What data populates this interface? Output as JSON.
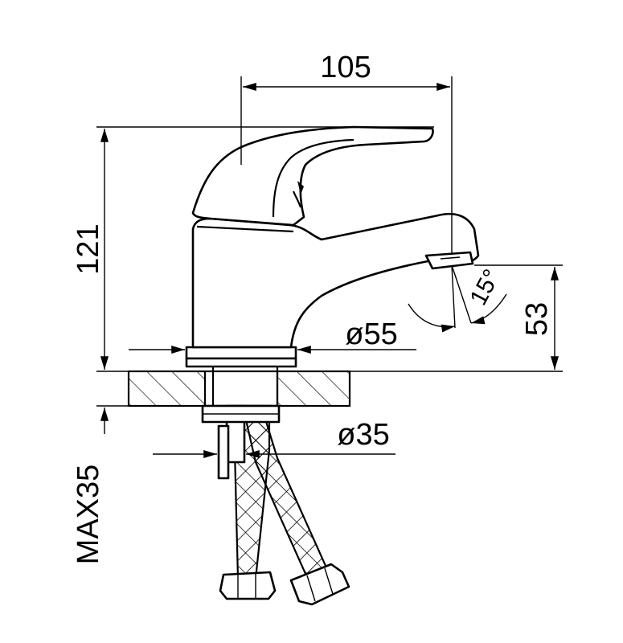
{
  "dimensions": {
    "width_top": "105",
    "height_total": "121",
    "spout_height": "53",
    "base_diameter": "ø55",
    "shank_diameter": "ø35",
    "max_counter": "MAX35",
    "spout_angle": "15°"
  },
  "colors": {
    "line": "#000000",
    "background": "#ffffff"
  }
}
